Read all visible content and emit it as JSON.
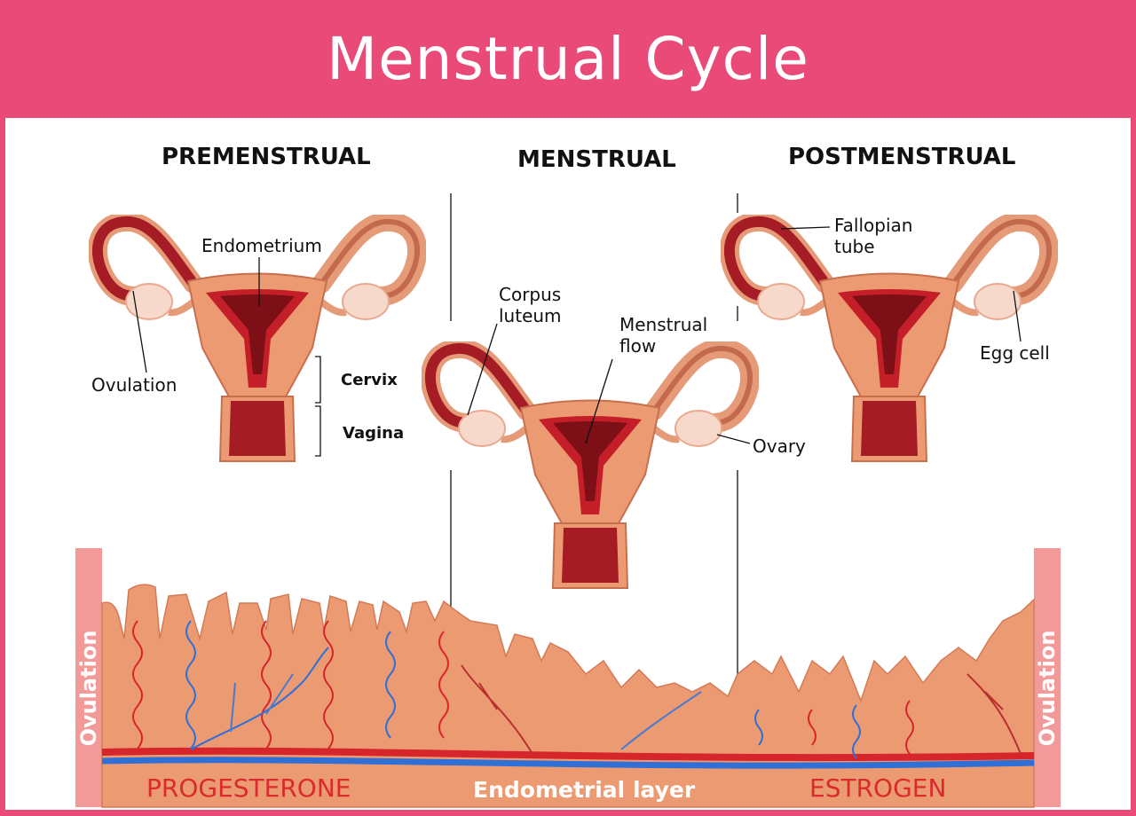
{
  "title": "Menstrual Cycle",
  "phases": [
    "PREMENSTRUAL",
    "MENSTRUAL",
    "POSTMENSTRUAL"
  ],
  "labels": {
    "endometrium": "Endometrium",
    "ovulation": "Ovulation",
    "cervix": "Cervix",
    "vagina": "Vagina",
    "corpus_luteum": "Corpus luteum",
    "menstrual_flow": "Menstrual flow",
    "ovary": "Ovary",
    "fallopian_tube": "Fallopian tube",
    "egg_cell": "Egg cell"
  },
  "bottom": {
    "left": "PROGESTERONE",
    "center": "Endometrial layer",
    "right": "ESTROGEN",
    "ovulation_left": "Ovulation",
    "ovulation_right": "Ovulation"
  },
  "colors": {
    "brand": "#e94a78",
    "tissue": "#ec9a72",
    "blood": "#a51c24",
    "artery": "#d7262b",
    "vein": "#2f6fd6",
    "hormone": "#d92b2b"
  }
}
